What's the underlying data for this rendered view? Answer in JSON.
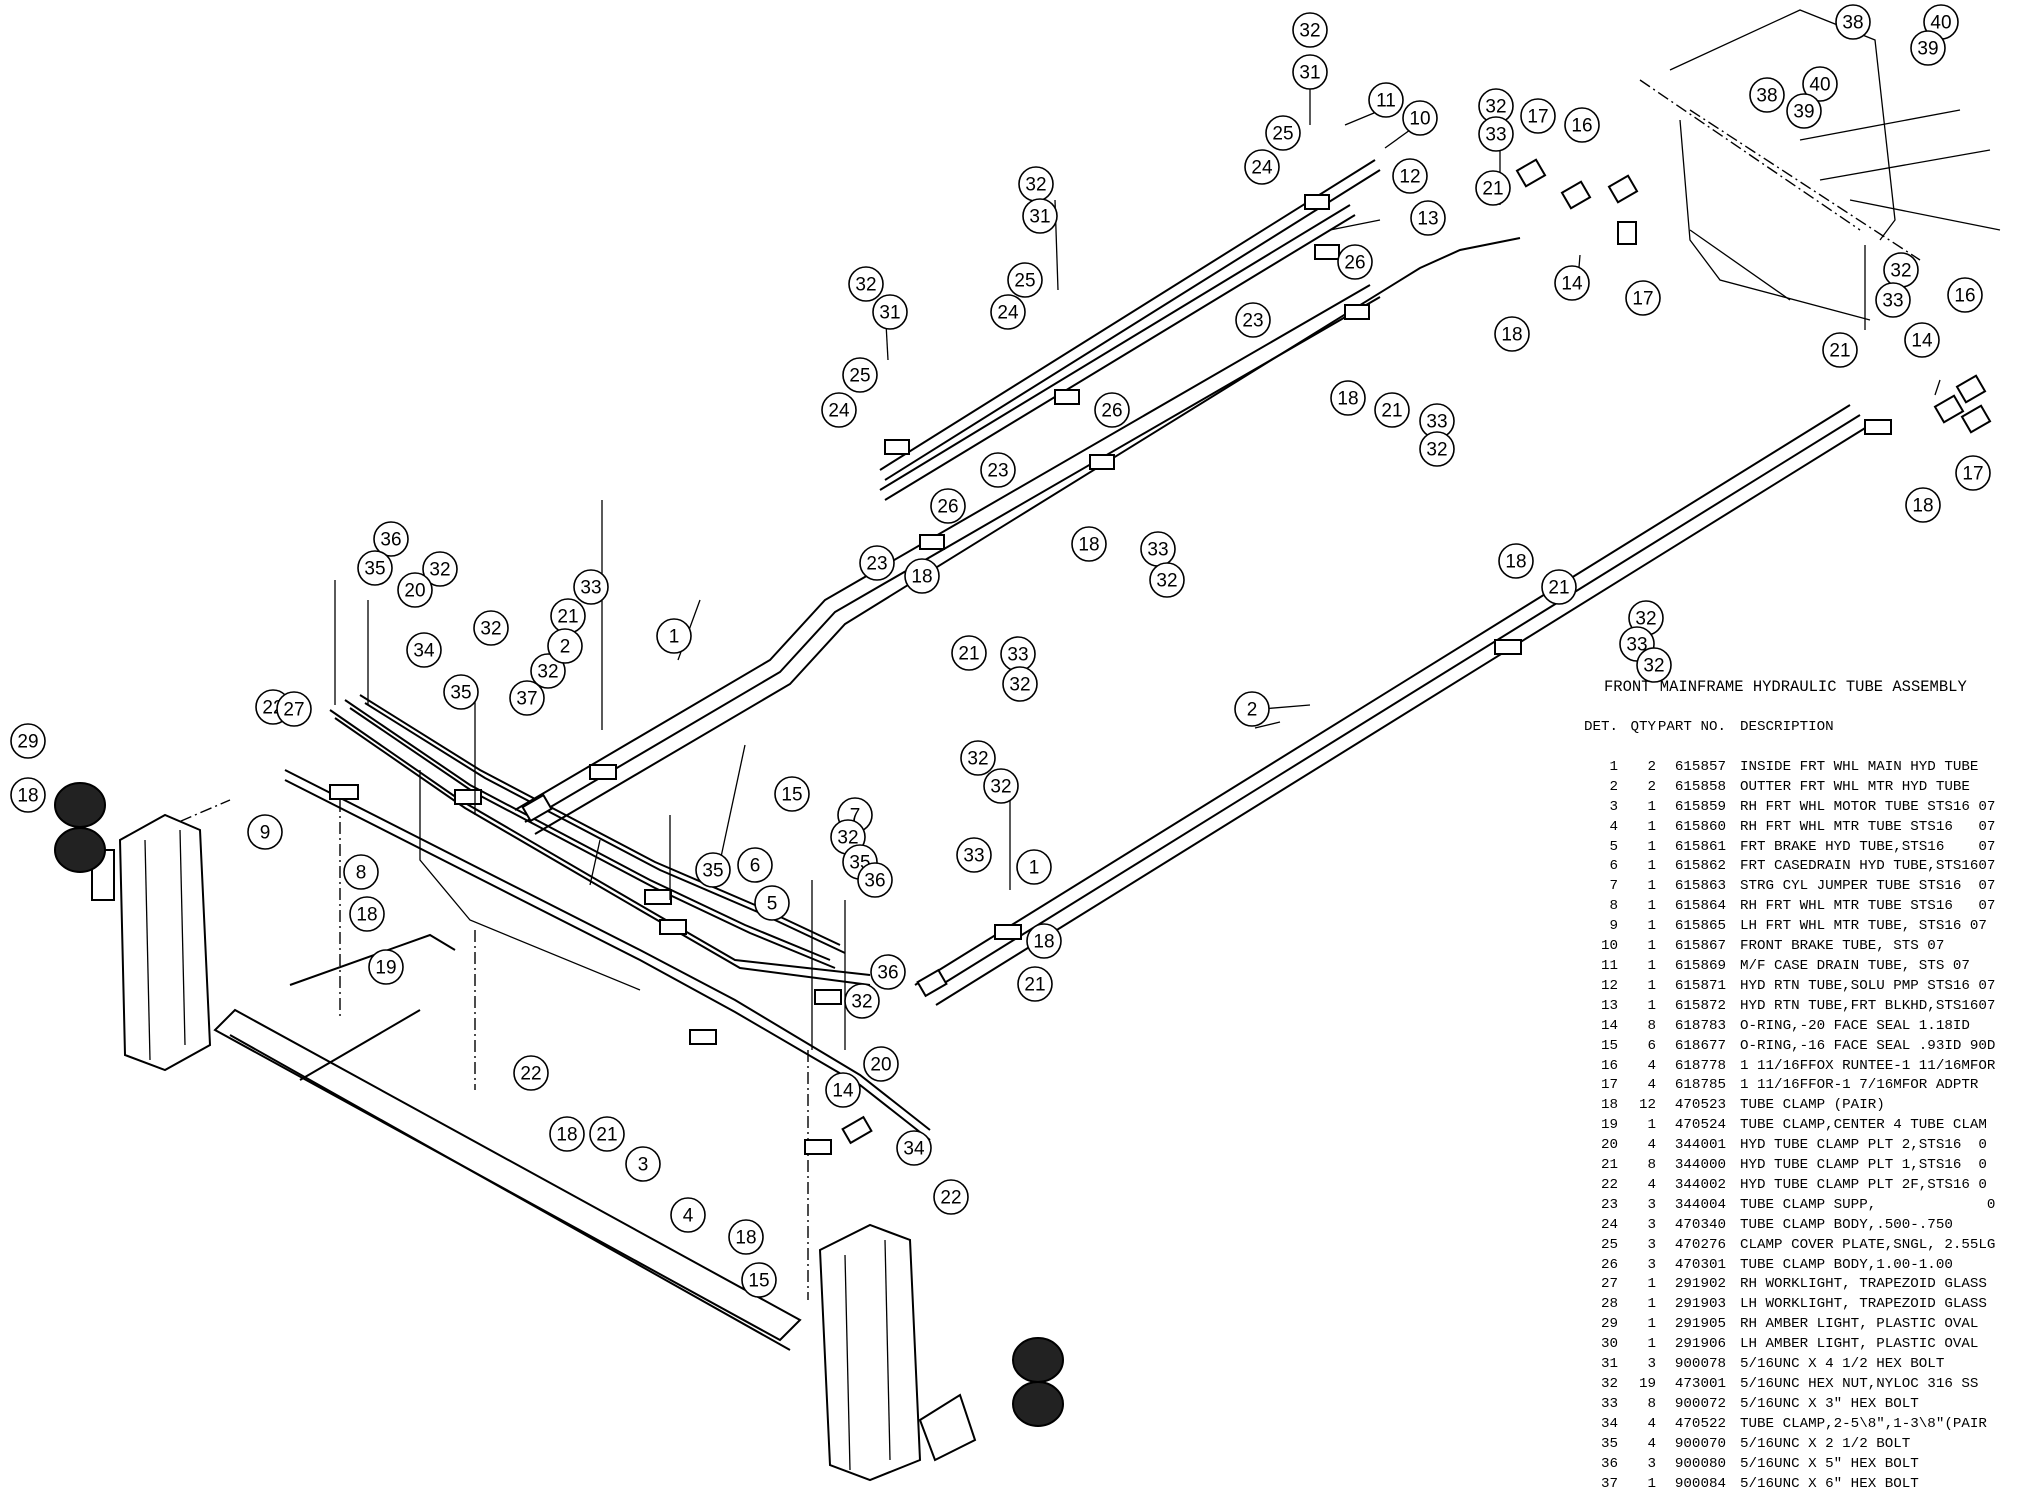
{
  "title": "FRONT MAINFRAME HYDRAULIC TUBE ASSEMBLY",
  "bom_header": {
    "det": "DET.",
    "qty": "QTY",
    "part_no": "PART NO.",
    "description": "DESCRIPTION"
  },
  "bom": [
    {
      "det": "1",
      "qty": "2",
      "part": "615857",
      "desc": "INSIDE FRT WHL MAIN HYD TUBE"
    },
    {
      "det": "2",
      "qty": "2",
      "part": "615858",
      "desc": "OUTTER FRT WHL MTR HYD TUBE"
    },
    {
      "det": "3",
      "qty": "1",
      "part": "615859",
      "desc": "RH FRT WHL MOTOR TUBE STS16 07"
    },
    {
      "det": "4",
      "qty": "1",
      "part": "615860",
      "desc": "RH FRT WHL MTR TUBE STS16   07"
    },
    {
      "det": "5",
      "qty": "1",
      "part": "615861",
      "desc": "FRT BRAKE HYD TUBE,STS16    07"
    },
    {
      "det": "6",
      "qty": "1",
      "part": "615862",
      "desc": "FRT CASEDRAIN HYD TUBE,STS1607"
    },
    {
      "det": "7",
      "qty": "1",
      "part": "615863",
      "desc": "STRG CYL JUMPER TUBE STS16  07"
    },
    {
      "det": "8",
      "qty": "1",
      "part": "615864",
      "desc": "RH FRT WHL MTR TUBE STS16   07"
    },
    {
      "det": "9",
      "qty": "1",
      "part": "615865",
      "desc": "LH FRT WHL MTR TUBE, STS16 07"
    },
    {
      "det": "10",
      "qty": "1",
      "part": "615867",
      "desc": "FRONT BRAKE TUBE, STS 07"
    },
    {
      "det": "11",
      "qty": "1",
      "part": "615869",
      "desc": "M/F CASE DRAIN TUBE, STS 07"
    },
    {
      "det": "12",
      "qty": "1",
      "part": "615871",
      "desc": "HYD RTN TUBE,SOLU PMP STS16 07"
    },
    {
      "det": "13",
      "qty": "1",
      "part": "615872",
      "desc": "HYD RTN TUBE,FRT BLKHD,STS1607"
    },
    {
      "det": "14",
      "qty": "8",
      "part": "618783",
      "desc": "O-RING,-20 FACE SEAL 1.18ID"
    },
    {
      "det": "15",
      "qty": "6",
      "part": "618677",
      "desc": "O-RING,-16 FACE SEAL .93ID 90D"
    },
    {
      "det": "16",
      "qty": "4",
      "part": "618778",
      "desc": "1 11/16FFOX RUNTEE-1 11/16MFOR"
    },
    {
      "det": "17",
      "qty": "4",
      "part": "618785",
      "desc": "1 11/16FFOR-1 7/16MFOR ADPTR"
    },
    {
      "det": "18",
      "qty": "12",
      "part": "470523",
      "desc": "TUBE CLAMP (PAIR)"
    },
    {
      "det": "19",
      "qty": "1",
      "part": "470524",
      "desc": "TUBE CLAMP,CENTER 4 TUBE CLAM"
    },
    {
      "det": "20",
      "qty": "4",
      "part": "344001",
      "desc": "HYD TUBE CLAMP PLT 2,STS16  0"
    },
    {
      "det": "21",
      "qty": "8",
      "part": "344000",
      "desc": "HYD TUBE CLAMP PLT 1,STS16  0"
    },
    {
      "det": "22",
      "qty": "4",
      "part": "344002",
      "desc": "HYD TUBE CLAMP PLT 2F,STS16 0"
    },
    {
      "det": "23",
      "qty": "3",
      "part": "344004",
      "desc": "TUBE CLAMP SUPP,             0"
    },
    {
      "det": "24",
      "qty": "3",
      "part": "470340",
      "desc": "TUBE CLAMP BODY,.500-.750"
    },
    {
      "det": "25",
      "qty": "3",
      "part": "470276",
      "desc": "CLAMP COVER PLATE,SNGL, 2.55LG"
    },
    {
      "det": "26",
      "qty": "3",
      "part": "470301",
      "desc": "TUBE CLAMP BODY,1.00-1.00"
    },
    {
      "det": "27",
      "qty": "1",
      "part": "291902",
      "desc": "RH WORKLIGHT, TRAPEZOID GLASS"
    },
    {
      "det": "28",
      "qty": "1",
      "part": "291903",
      "desc": "LH WORKLIGHT, TRAPEZOID GLASS"
    },
    {
      "det": "29",
      "qty": "1",
      "part": "291905",
      "desc": "RH AMBER LIGHT, PLASTIC OVAL"
    },
    {
      "det": "30",
      "qty": "1",
      "part": "291906",
      "desc": "LH AMBER LIGHT, PLASTIC OVAL"
    },
    {
      "det": "31",
      "qty": "3",
      "part": "900078",
      "desc": "5/16UNC X 4 1/2 HEX BOLT"
    },
    {
      "det": "32",
      "qty": "19",
      "part": "473001",
      "desc": "5/16UNC HEX NUT,NYLOC 316 SS"
    },
    {
      "det": "33",
      "qty": "8",
      "part": "900072",
      "desc": "5/16UNC X 3\" HEX BOLT"
    },
    {
      "det": "34",
      "qty": "4",
      "part": "470522",
      "desc": "TUBE CLAMP,2-5\\8\",1-3\\8\"(PAIR"
    },
    {
      "det": "35",
      "qty": "4",
      "part": "900070",
      "desc": "5/16UNC X 2 1/2 BOLT"
    },
    {
      "det": "36",
      "qty": "3",
      "part": "900080",
      "desc": "5/16UNC X 5\" HEX BOLT"
    },
    {
      "det": "37",
      "qty": "1",
      "part": "900084",
      "desc": "5/16UNC X 6\" HEX BOLT"
    }
  ],
  "callouts": [
    "32",
    "31",
    "11",
    "10",
    "25",
    "24",
    "12",
    "13",
    "26",
    "32",
    "33",
    "17",
    "16",
    "21",
    "14",
    "17",
    "23",
    "18",
    "18",
    "21",
    "33",
    "32",
    "32",
    "31",
    "25",
    "24",
    "26",
    "23",
    "18",
    "33",
    "32",
    "32",
    "31",
    "25",
    "24",
    "26",
    "23",
    "18",
    "21",
    "33",
    "32",
    "38",
    "40",
    "39",
    "38",
    "40",
    "39",
    "32",
    "33",
    "16",
    "21",
    "14",
    "17",
    "18",
    "18",
    "21",
    "32",
    "33",
    "32",
    "36",
    "35",
    "32",
    "20",
    "34",
    "32",
    "35",
    "37",
    "32",
    "33",
    "21",
    "2",
    "1",
    "15",
    "22",
    "27",
    "29",
    "18",
    "9",
    "8",
    "18",
    "19",
    "22",
    "18",
    "21",
    "3",
    "4",
    "18",
    "15",
    "22",
    "14",
    "34",
    "20",
    "32",
    "36",
    "35",
    "6",
    "5",
    "7",
    "32",
    "35",
    "36",
    "32",
    "32",
    "33",
    "21",
    "18",
    "1",
    "2"
  ]
}
